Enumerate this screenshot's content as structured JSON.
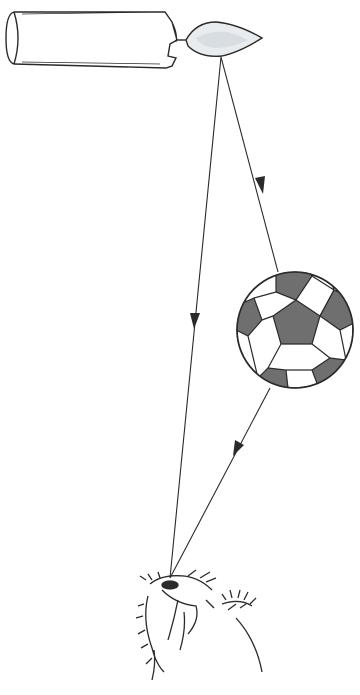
{
  "diagram": {
    "background": "#ffffff",
    "ink": "#2a2a2a",
    "ball_dark_fill": "#6f6f6f",
    "flame_fill": "#e9ecef",
    "elements": [
      "candle",
      "flame",
      "soccer-ball",
      "eye"
    ],
    "rays": [
      {
        "from": "flame",
        "to": "eye",
        "kind": "direct"
      },
      {
        "from": "flame",
        "to": "soccer-ball",
        "kind": "incident"
      },
      {
        "from": "soccer-ball",
        "to": "eye",
        "kind": "reflected"
      }
    ]
  }
}
